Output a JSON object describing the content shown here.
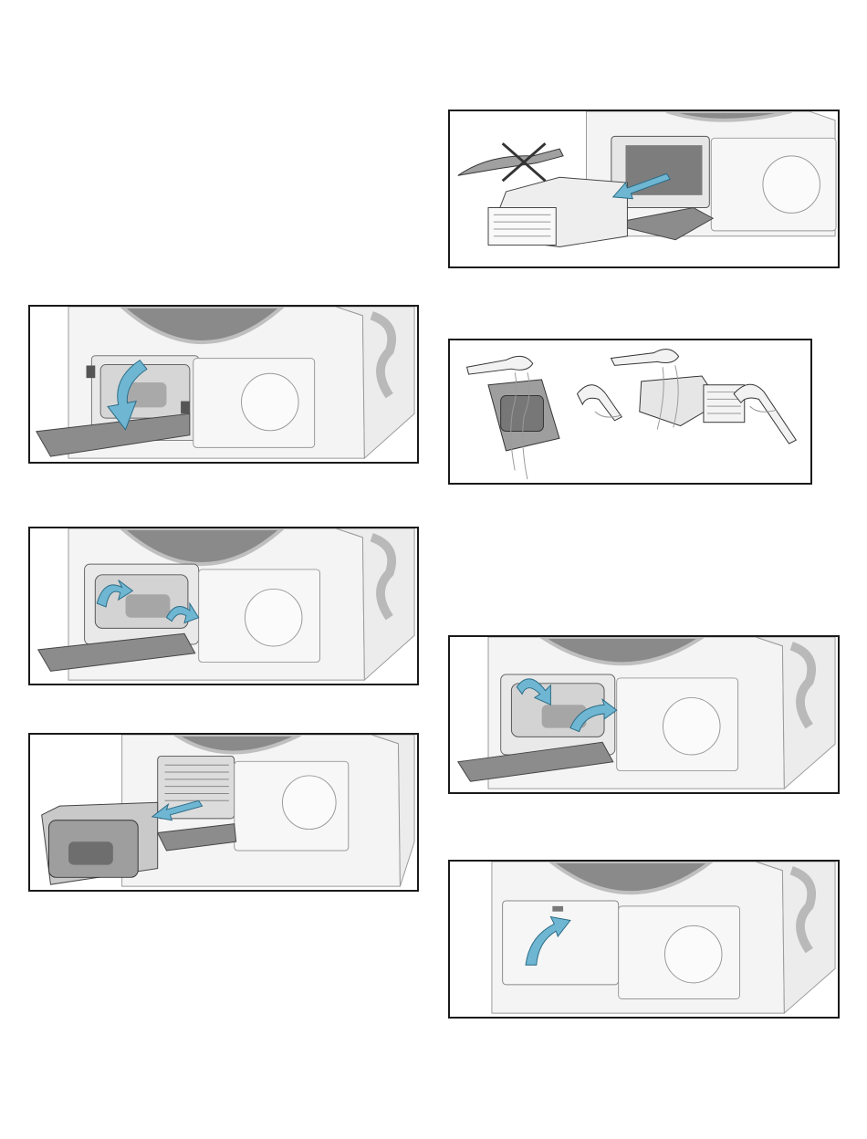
{
  "document": {
    "figures": [
      {
        "id": "p1",
        "step": "open-service-flap"
      },
      {
        "id": "p2",
        "step": "unlock-heat-exchanger-levers"
      },
      {
        "id": "p3",
        "step": "pull-out-heat-exchanger"
      },
      {
        "id": "p4",
        "step": "do-not-use-sharp-objects"
      },
      {
        "id": "p5",
        "step": "rinse-heat-exchanger-with-water"
      },
      {
        "id": "p6",
        "step": "insert-and-lock-heat-exchanger"
      },
      {
        "id": "p7",
        "step": "close-service-flap"
      }
    ]
  },
  "colors": {
    "border": "#1a1a1a",
    "arrow": "#6fb6d2",
    "appliance": "#f4f4f4",
    "appliance_shadow": "#cfcfcf",
    "flap": "#8c8c8c",
    "drum": "#7a7a7a",
    "warning_cross": "#333333"
  },
  "icons": [
    "curved-arrow-icon",
    "cross-out-icon",
    "knife-icon",
    "shower-head-icon"
  ]
}
